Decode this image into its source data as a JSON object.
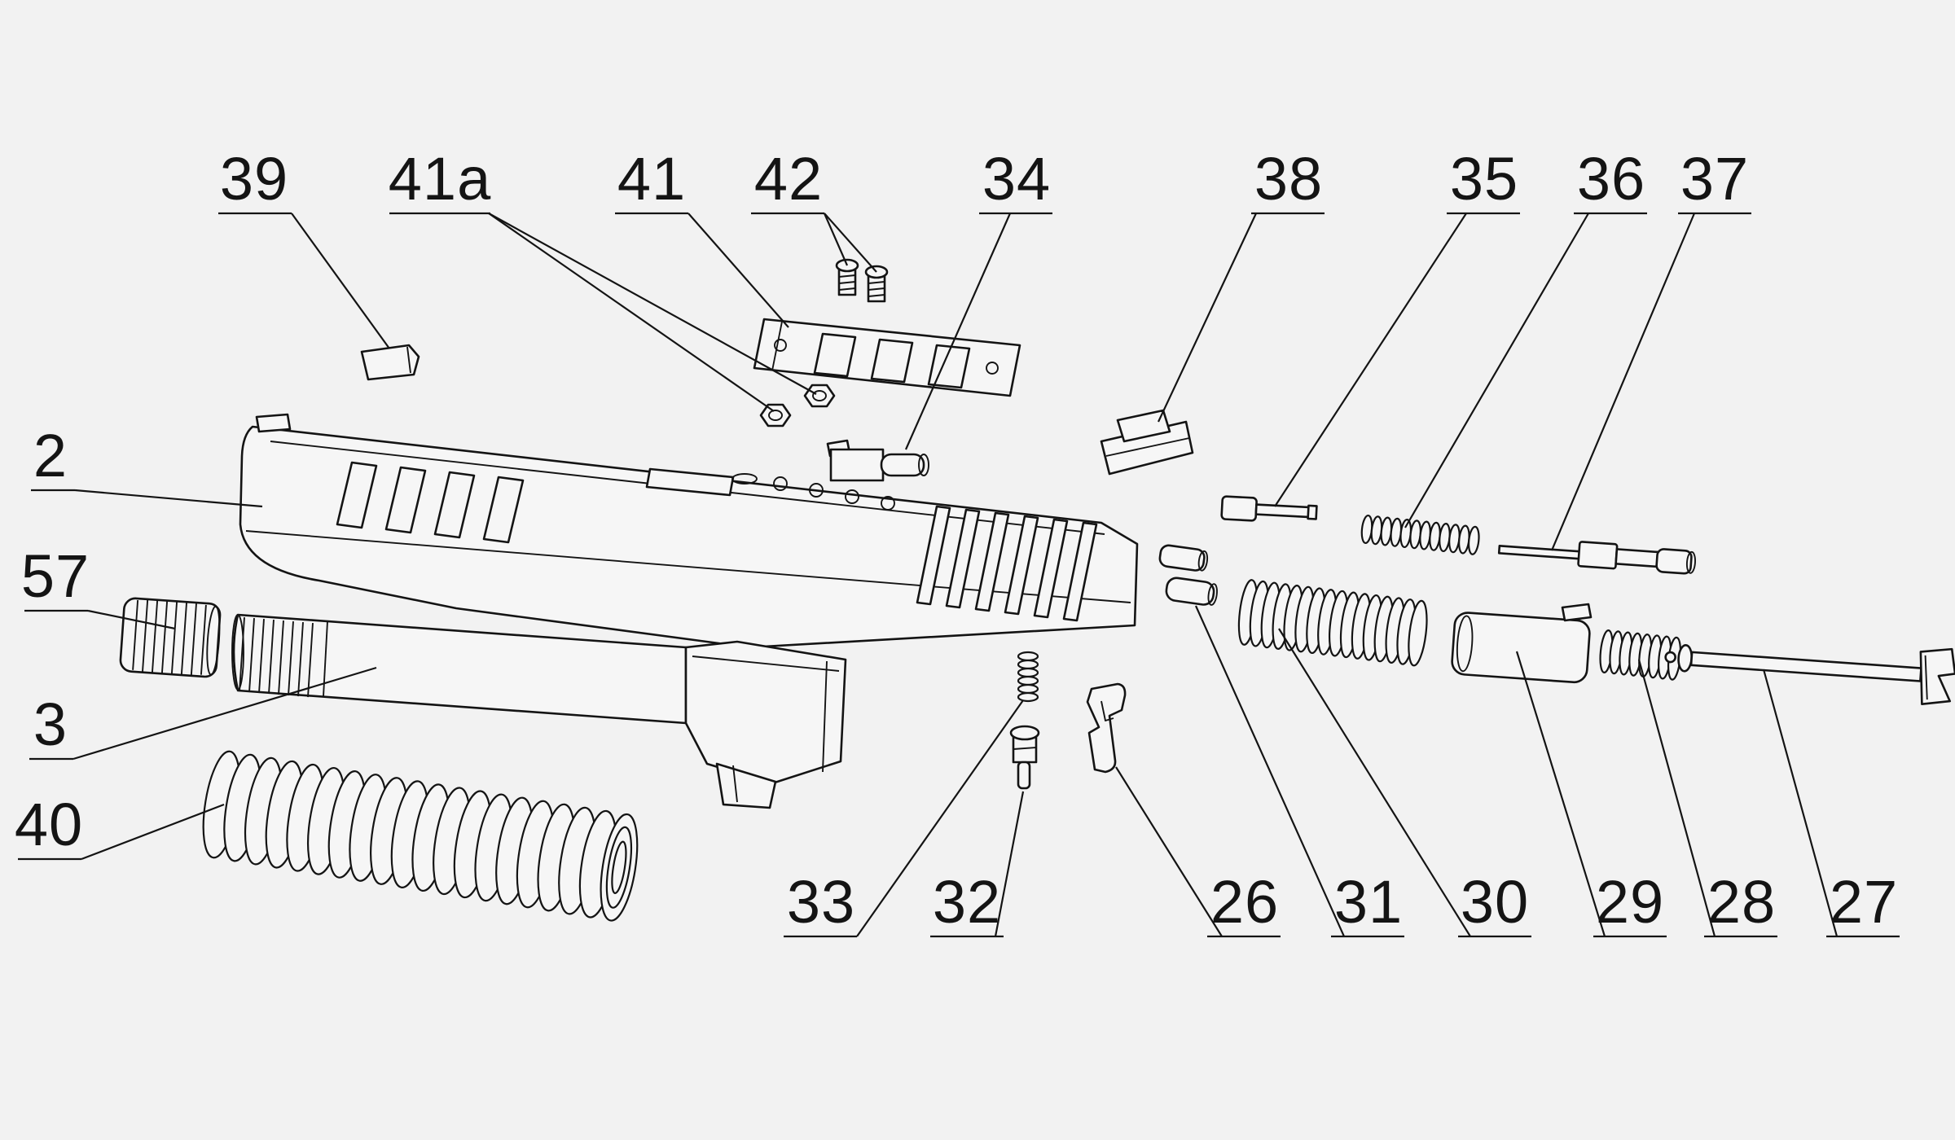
{
  "diagram": {
    "colors": {
      "background": "#f2f2f2",
      "line": "#141414",
      "part_fill": "#f6f6f6"
    },
    "labels": [
      {
        "text": "39"
      },
      {
        "text": "41a"
      },
      {
        "text": "41"
      },
      {
        "text": "42"
      },
      {
        "text": "34"
      },
      {
        "text": "38"
      },
      {
        "text": "35"
      },
      {
        "text": "36"
      },
      {
        "text": "37"
      },
      {
        "text": "2"
      },
      {
        "text": "57"
      },
      {
        "text": "3"
      },
      {
        "text": "40"
      },
      {
        "text": "33"
      },
      {
        "text": "32"
      },
      {
        "text": "26"
      },
      {
        "text": "31"
      },
      {
        "text": "30"
      },
      {
        "text": "29"
      },
      {
        "text": "28"
      },
      {
        "text": "27"
      }
    ]
  }
}
